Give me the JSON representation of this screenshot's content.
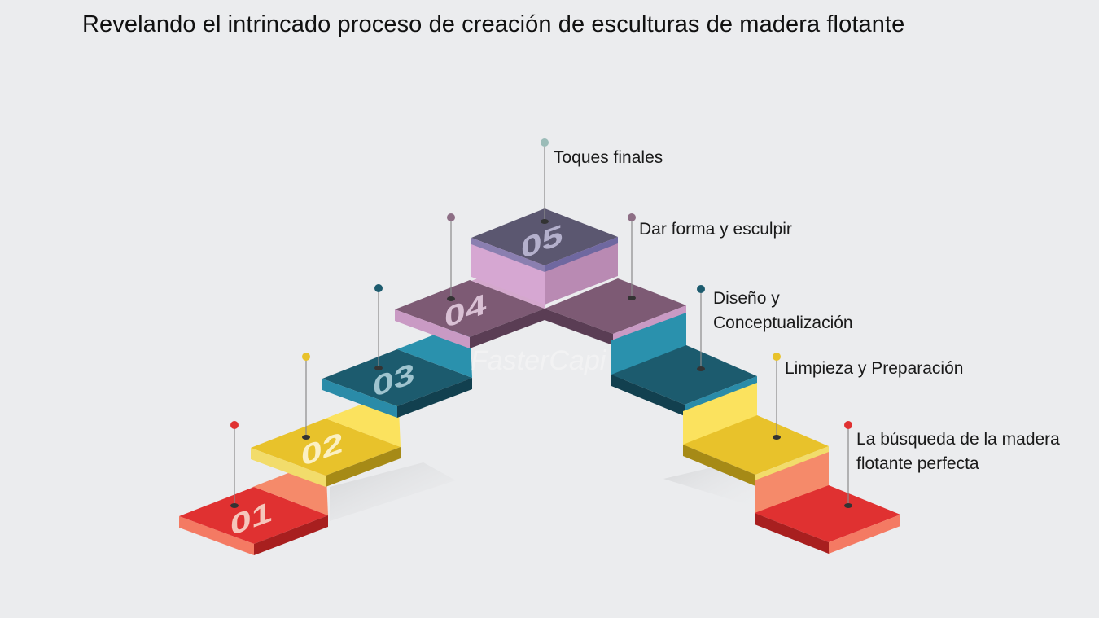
{
  "title": "Revelando el intrincado proceso de creación de esculturas de madera flotante",
  "watermark": "FasterCapi",
  "steps": [
    {
      "number": "01",
      "label_lines": [
        "La búsqueda de la madera",
        "flotante perfecta"
      ],
      "color": "#e03131"
    },
    {
      "number": "02",
      "label_lines": [
        "Limpieza y Preparación"
      ],
      "color": "#e8c22b"
    },
    {
      "number": "03",
      "label_lines": [
        "Diseño y",
        "Conceptualización"
      ],
      "color": "#1c5b6e"
    },
    {
      "number": "04",
      "label_lines": [
        "Dar forma y esculpir"
      ],
      "color": "#7d5a74"
    },
    {
      "number": "05",
      "label_lines": [
        "Toques finales"
      ],
      "color": "#5b5770"
    }
  ]
}
